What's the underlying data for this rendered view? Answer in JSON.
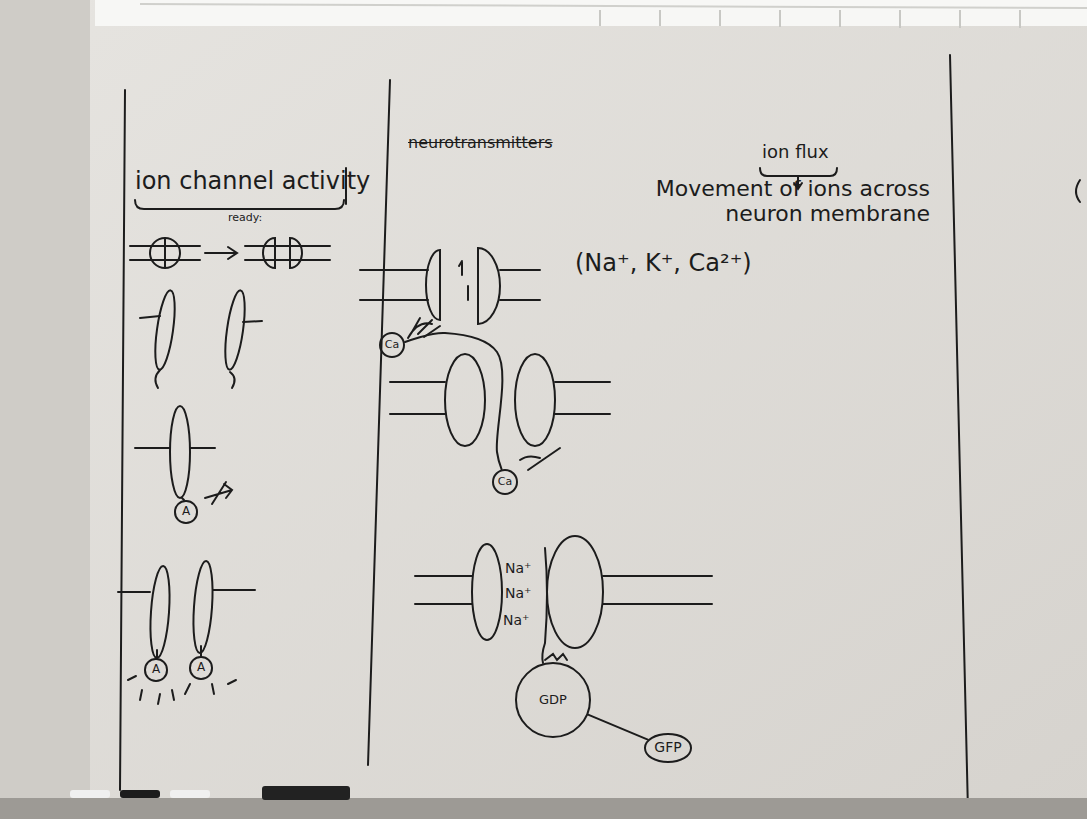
{
  "diagram": {
    "nodes": [
      {
        "text": [
          "A"
        ]
      },
      {
        "text": [
          "A"
        ]
      },
      {
        "text": [
          "A"
        ]
      },
      {
        "text": [
          "Ca"
        ]
      },
      {
        "text": [
          "Ca"
        ]
      },
      {
        "text": [
          "GDP"
        ]
      },
      {
        "text": [
          "GFP"
        ]
      }
    ],
    "edges": [
      {
        "from": 3,
        "to": 4,
        "arrow": "none"
      },
      {
        "from": 5,
        "to": 6,
        "arrow": "none"
      }
    ],
    "labels": [
      "ion channel activity",
      "ready:",
      "neurotransmitters",
      "ion flux",
      "Movement of ions across neuron membrane",
      "(Na⁺, K⁺, Ca²⁺)",
      "Na⁺",
      "Na⁺",
      "Na⁺"
    ]
  }
}
